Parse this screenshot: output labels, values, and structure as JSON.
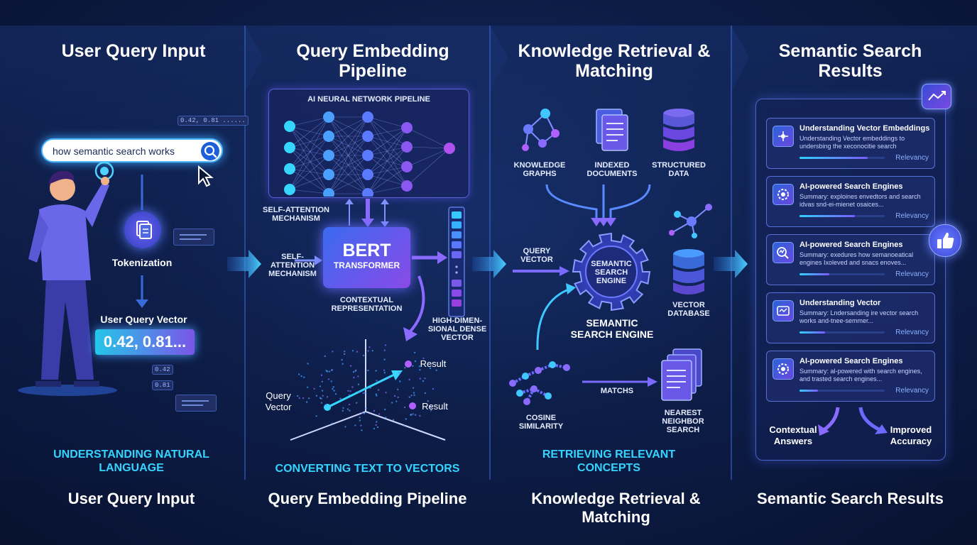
{
  "columns": [
    {
      "title": "User Query Input",
      "subtitle": "UNDERSTANDING NATURAL LANGUAGE",
      "bottom_title": "User Query Input"
    },
    {
      "title": "Query Embedding Pipeline",
      "subtitle": "CONVERTING TEXT TO VECTORS",
      "bottom_title": "Query Embedding Pipeline"
    },
    {
      "title": "Knowledge Retrieval & Matching",
      "subtitle": "RETRIEVING RELEVANT CONCEPTS",
      "bottom_title": "Knowledge Retrieval & Matching"
    },
    {
      "title": "Semantic Search Results",
      "subtitle": "",
      "bottom_title": "Semantic Search Results"
    }
  ],
  "user": {
    "search_text": "how semantic search works",
    "bubble_top": "0.42, 0.81 ......",
    "tokenization": "Tokenization",
    "query_vector_label": "User Query Vector",
    "query_vector_value": "0.42, 0.81...",
    "chip_1": "0.42",
    "chip_2": "0.81"
  },
  "embedding": {
    "nn_title": "AI NEURAL NETWORK PIPELINE",
    "self_attention_1": "SELF-ATTENTION MECHANISM",
    "self_attention_2": "SELF- ATTENTION MECHANISM",
    "bert_line1": "BERT",
    "bert_line2": "TRANSFORMER",
    "contextual": "CONTEXTUAL REPRESENTATION",
    "dense_vector": "HIGH-DIMEN- SIONAL DENSE VECTOR",
    "query_vector": "Query Vector",
    "result_1": "Result",
    "result_2": "Result"
  },
  "retrieval": {
    "knowledge_graphs": "KNOWLEDGE GRAPHS",
    "indexed_documents": "INDEXED DOCUMENTS",
    "structured_data": "STRUCTURED DATA",
    "query_vector": "QUERY VECTOR",
    "engine_inner": "SEMANTIC SEARCH ENGINE",
    "engine_label": "SEMANTIC SEARCH ENGINE",
    "vector_database": "VECTOR DATABASE",
    "cosine": "COSINE SIMILARITY",
    "matchs": "MATCHS",
    "nearest": "NEAREST NEIGHBOR SEARCH"
  },
  "results": {
    "cards": [
      {
        "title": "Understanding Vector Embeddings",
        "desc": "Understanding Vector embeddings to undersbing the xeconocitie search",
        "relevancy": "Relevancy",
        "fill": 0.8
      },
      {
        "title": "AI-powered Search Engines",
        "desc": "Summary: exploines envedtors and search idvas snd-ei-mienet osaices...",
        "relevancy": "Relevancy",
        "fill": 0.65
      },
      {
        "title": "AI-powered Search Engines",
        "desc": "Summary: exedures how semanoeatical engines Ixoleved and snacs enoves...",
        "relevancy": "Relevancy",
        "fill": 0.35
      },
      {
        "title": "Understanding Vector",
        "desc": "Summary: Lndersanding ire vector search works and-tnee-semmer...",
        "relevancy": "Relevancy",
        "fill": 0.3
      },
      {
        "title": "AI-powered Search Engines",
        "desc": "Summary: al-powered with search engines, and trasted search engines...",
        "relevancy": "Relevancy",
        "fill": 0.22
      }
    ],
    "contextual": "Contextual Answers",
    "improved": "Improved Accuracy"
  },
  "colors": {
    "accent_cyan": "#35d4ff",
    "accent_purple": "#8a4ae8",
    "background": "#0a1738"
  }
}
